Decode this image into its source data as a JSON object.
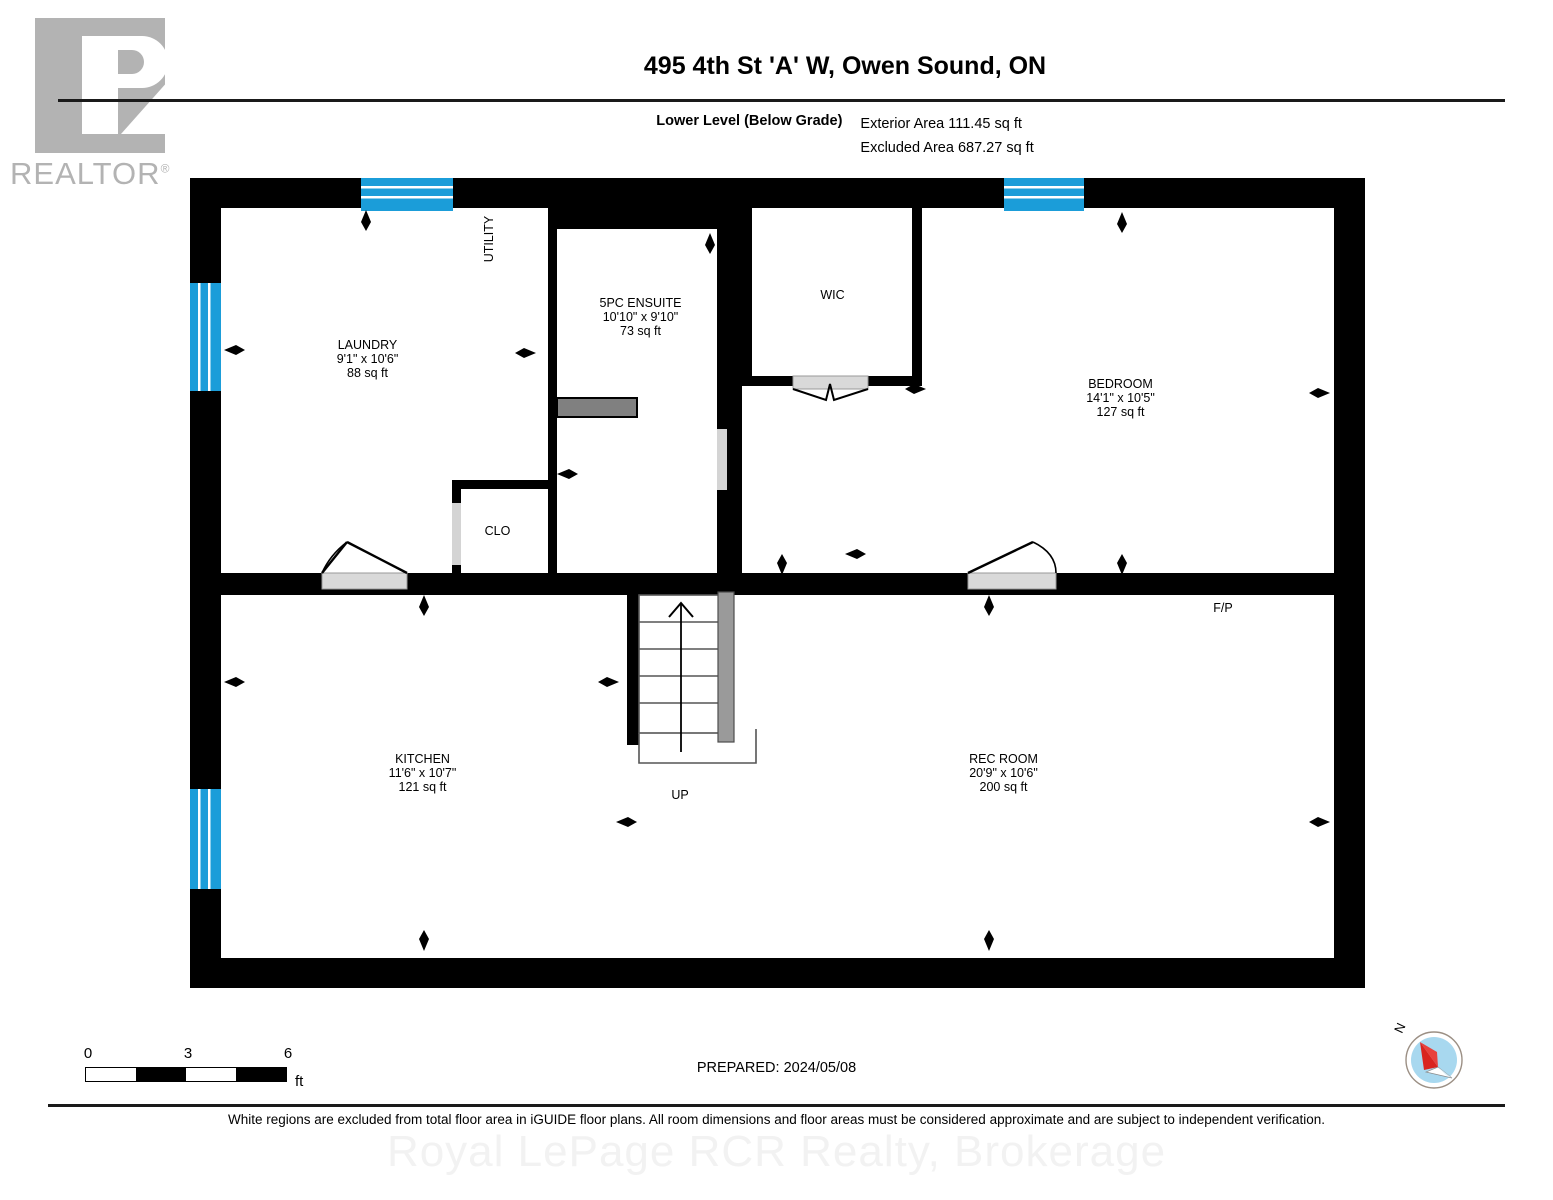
{
  "header": {
    "logo_text": "REALTOR",
    "logo_registered": "®",
    "title": "495 4th St 'A' W, Owen Sound, ON",
    "level_label": "Lower Level (Below Grade)",
    "exterior_area": "Exterior Area 111.45 sq ft",
    "excluded_area": "Excluded Area 687.27 sq ft"
  },
  "rooms": [
    {
      "name": "LAUNDRY",
      "dims": "9'1\" x 10'6\"",
      "area": "88 sq ft"
    },
    {
      "name": "5PC ENSUITE",
      "dims": "10'10\" x 9'10\"",
      "area": "73 sq ft"
    },
    {
      "name": "BEDROOM",
      "dims": "14'1\" x 10'5\"",
      "area": "127 sq ft"
    },
    {
      "name": "KITCHEN",
      "dims": "11'6\" x 10'7\"",
      "area": "121 sq ft"
    },
    {
      "name": "REC ROOM",
      "dims": "20'9\" x 10'6\"",
      "area": "200 sq ft"
    }
  ],
  "labels": {
    "utility": "UTILITY",
    "wic": "WIC",
    "clo": "CLO",
    "fp": "F/P",
    "up": "UP"
  },
  "scale": {
    "tick_0": "0",
    "tick_3": "3",
    "tick_6": "6",
    "unit": "ft"
  },
  "footer": {
    "prepared": "PREPARED: 2024/05/08",
    "disclaimer": "White regions are excluded from total floor area in iGUIDE floor plans. All room dimensions and floor areas must be considered approximate and are subject to independent verification.",
    "watermark": "Royal LePage RCR Realty, Brokerage"
  },
  "compass": {
    "north_label": "N"
  },
  "colors": {
    "wall": "#000000",
    "window": "#1b9dd9",
    "door_fill": "#d9d9d9",
    "counter": "#808080",
    "opening": "#d4d4d4",
    "logo_gray": "#b3b3b3",
    "watermark_gray": "#f2f2f2"
  }
}
